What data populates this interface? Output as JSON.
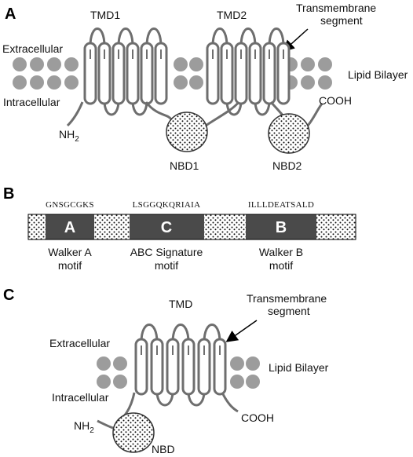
{
  "panel_a": {
    "letter": "A",
    "tmd1": "TMD1",
    "tmd2": "TMD2",
    "transmembrane_segment_line1": "Transmembrane",
    "transmembrane_segment_line2": "segment",
    "extracellular": "Extracellular",
    "intracellular": "Intracellular",
    "lipid_bilayer": "Lipid Bilayer",
    "nh2": "NH",
    "nh2_sub": "2",
    "cooh": "COOH",
    "nbd1": "NBD1",
    "nbd2": "NBD2"
  },
  "panel_b": {
    "letter": "B",
    "motifs": [
      {
        "letter": "A",
        "sequence": "GNSGCGKS",
        "caption_line1": "Walker A",
        "caption_line2": "motif"
      },
      {
        "letter": "C",
        "sequence": "LSGGQKQRIAIA",
        "caption_line1": "ABC Signature",
        "caption_line2": "motif"
      },
      {
        "letter": "B",
        "sequence": "ILLLDEATSALD",
        "caption_line1": "Walker B",
        "caption_line2": "motif"
      }
    ],
    "colors": {
      "motif_fill": "#4a4a4a",
      "outline": "#000000"
    }
  },
  "panel_c": {
    "letter": "C",
    "tmd": "TMD",
    "transmembrane_segment_line1": "Transmembrane",
    "transmembrane_segment_line2": "segment",
    "extracellular": "Extracellular",
    "intracellular": "Intracellular",
    "lipid_bilayer": "Lipid Bilayer",
    "nh2": "NH",
    "nh2_sub": "2",
    "cooh": "COOH",
    "nbd": "NBD"
  },
  "colors": {
    "protein_stroke": "#6e6e6e",
    "lipid": "#9c9c9c"
  }
}
